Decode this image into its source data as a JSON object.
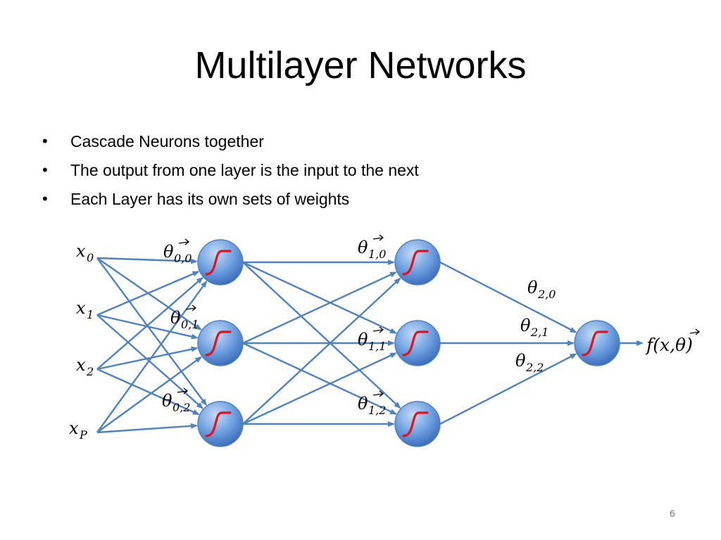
{
  "slide": {
    "title": "Multilayer Networks",
    "bullets": [
      "Cascade Neurons together",
      "The output from one layer is the input to the next",
      "Each Layer has its own sets of weights"
    ],
    "page_number": "6"
  },
  "diagram": {
    "inputs": [
      {
        "base": "x",
        "sub": "0"
      },
      {
        "base": "x",
        "sub": "1"
      },
      {
        "base": "x",
        "sub": "2"
      },
      {
        "base": "x",
        "sub": "P"
      }
    ],
    "layer1_weights": [
      {
        "base": "θ",
        "sub": "0,0"
      },
      {
        "base": "θ",
        "sub": "0,1"
      },
      {
        "base": "θ",
        "sub": "0,2"
      }
    ],
    "layer2_weights": [
      {
        "base": "θ",
        "sub": "1,0"
      },
      {
        "base": "θ",
        "sub": "1,1"
      },
      {
        "base": "θ",
        "sub": "1,2"
      }
    ],
    "output_weights": [
      {
        "base": "θ",
        "sub": "2,0"
      },
      {
        "base": "θ",
        "sub": "2,1"
      },
      {
        "base": "θ",
        "sub": "2,2"
      }
    ],
    "output_label": "f(x,θ)",
    "colors": {
      "edge": "#4f81bd",
      "neuron_light": "#a9c8ee",
      "neuron_dark": "#3e74c4",
      "sigmoid": "#e3101f"
    }
  }
}
